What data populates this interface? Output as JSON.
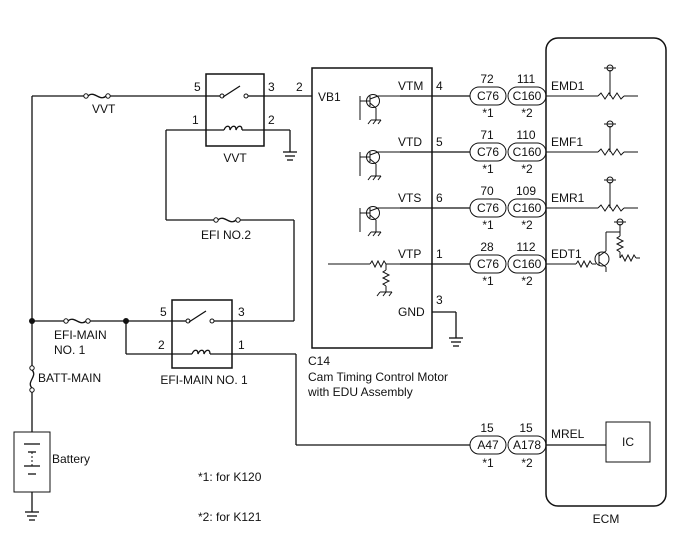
{
  "relays": {
    "vvt": {
      "name": "VVT",
      "pin_5": "5",
      "pin_3": "3",
      "pin_1": "1",
      "pin_2": "2"
    },
    "efi_main": {
      "name": "EFI-MAIN NO. 1",
      "pin_5": "5",
      "pin_3": "3",
      "pin_2": "2",
      "pin_1": "1"
    }
  },
  "fuses": {
    "vvt": "VVT",
    "efi_no2": "EFI NO.2",
    "efi_main_line1": "EFI-MAIN",
    "efi_main_line2": "NO. 1",
    "batt_main": "BATT-MAIN"
  },
  "battery": {
    "label": "Battery"
  },
  "motor": {
    "id": "C14",
    "name_line1": "Cam Timing Control Motor",
    "name_line2": "with EDU Assembly",
    "vb1_pin": "2",
    "vb1_label": "VB1",
    "gnd_label": "GND",
    "gnd_pin": "3"
  },
  "signals": [
    {
      "label": "VTM",
      "pin": "4",
      "c76_pin": "72",
      "c160_pin": "111",
      "ecm_label": "EMD1"
    },
    {
      "label": "VTD",
      "pin": "5",
      "c76_pin": "71",
      "c160_pin": "110",
      "ecm_label": "EMF1"
    },
    {
      "label": "VTS",
      "pin": "6",
      "c76_pin": "70",
      "c160_pin": "109",
      "ecm_label": "EMR1"
    },
    {
      "label": "VTP",
      "pin": "1",
      "c76_pin": "28",
      "c160_pin": "112",
      "ecm_label": "EDT1"
    }
  ],
  "connectors": {
    "c76": "C76",
    "c160": "C160",
    "a47": "A47",
    "a178": "A178",
    "mark1": "*1",
    "mark2": "*2"
  },
  "mrel": {
    "a47_pin": "15",
    "a178_pin": "15",
    "ecm_label": "MREL"
  },
  "ecm": {
    "name": "ECM",
    "ic_label": "IC"
  },
  "notes": {
    "note1": "*1: for K120",
    "note2": "*2: for K121"
  }
}
